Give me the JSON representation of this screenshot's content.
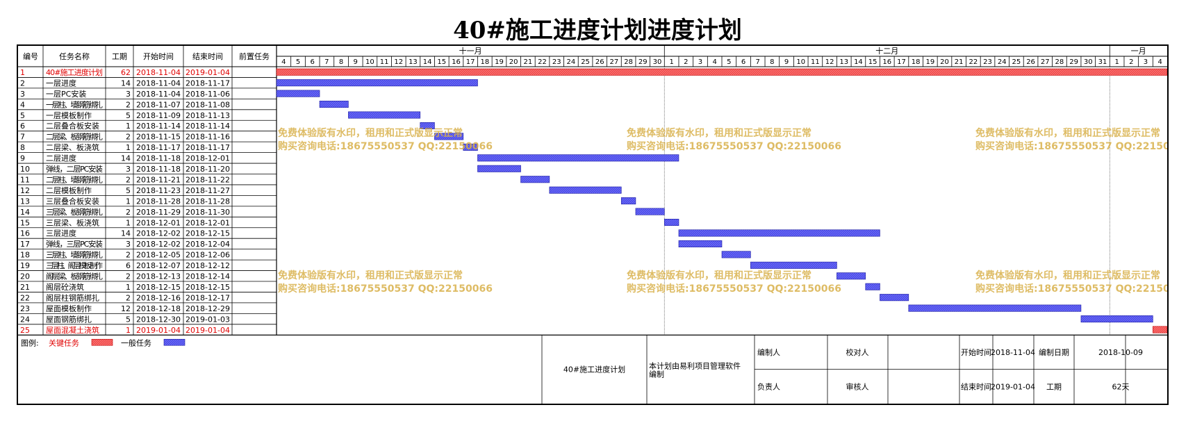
{
  "title": "40#施工进度计划进度计划",
  "table_headers": [
    "编号",
    "任务名称",
    "工期",
    "开始时间",
    "结束时间",
    "前置任务"
  ],
  "months": [
    "十一月",
    "十二月",
    "一月"
  ],
  "chart_data": {
    "type": "gantt",
    "timeline_start": "2018-11-04",
    "timeline_end": "2019-01-04",
    "rows": [
      {
        "id": "1",
        "name": "40#施工进度计划",
        "duration": 62,
        "start": "2018-11-04",
        "end": "2019-01-04",
        "predecessor": "",
        "critical": true
      },
      {
        "id": "2",
        "name": "一层进度",
        "duration": 14,
        "start": "2018-11-04",
        "end": "2018-11-17",
        "predecessor": "",
        "critical": false
      },
      {
        "id": "3",
        "name": "一层PC安装",
        "duration": 3,
        "start": "2018-11-04",
        "end": "2018-11-06",
        "predecessor": "",
        "critical": false
      },
      {
        "id": "4",
        "name": "一层柱、墙钢筋绑扎",
        "duration": 2,
        "start": "2018-11-07",
        "end": "2018-11-08",
        "predecessor": "",
        "critical": false
      },
      {
        "id": "5",
        "name": "一层模板制作",
        "duration": 5,
        "start": "2018-11-09",
        "end": "2018-11-13",
        "predecessor": "",
        "critical": false
      },
      {
        "id": "6",
        "name": "二层叠合板安装",
        "duration": 1,
        "start": "2018-11-14",
        "end": "2018-11-14",
        "predecessor": "",
        "critical": false
      },
      {
        "id": "7",
        "name": "二层梁、板钢筋绑扎",
        "duration": 2,
        "start": "2018-11-15",
        "end": "2018-11-16",
        "predecessor": "",
        "critical": false
      },
      {
        "id": "8",
        "name": "二层梁、板浇筑",
        "duration": 1,
        "start": "2018-11-17",
        "end": "2018-11-17",
        "predecessor": "",
        "critical": false
      },
      {
        "id": "9",
        "name": "二层进度",
        "duration": 14,
        "start": "2018-11-18",
        "end": "2018-12-01",
        "predecessor": "",
        "critical": false
      },
      {
        "id": "10",
        "name": "弹线，二层PC安装",
        "duration": 3,
        "start": "2018-11-18",
        "end": "2018-11-20",
        "predecessor": "",
        "critical": false
      },
      {
        "id": "11",
        "name": "二层柱、墙钢筋绑扎",
        "duration": 2,
        "start": "2018-11-21",
        "end": "2018-11-22",
        "predecessor": "",
        "critical": false
      },
      {
        "id": "12",
        "name": "二层模板制作",
        "duration": 5,
        "start": "2018-11-23",
        "end": "2018-11-27",
        "predecessor": "",
        "critical": false
      },
      {
        "id": "13",
        "name": "三层叠合板安装",
        "duration": 1,
        "start": "2018-11-28",
        "end": "2018-11-28",
        "predecessor": "",
        "critical": false
      },
      {
        "id": "14",
        "name": "三层梁、板钢筋绑扎",
        "duration": 2,
        "start": "2018-11-29",
        "end": "2018-11-30",
        "predecessor": "",
        "critical": false
      },
      {
        "id": "15",
        "name": "三层梁、板浇筑",
        "duration": 1,
        "start": "2018-12-01",
        "end": "2018-12-01",
        "predecessor": "",
        "critical": false
      },
      {
        "id": "16",
        "name": "三层进度",
        "duration": 14,
        "start": "2018-12-02",
        "end": "2018-12-15",
        "predecessor": "",
        "critical": false
      },
      {
        "id": "17",
        "name": "弹线，三层PC安装",
        "duration": 3,
        "start": "2018-12-02",
        "end": "2018-12-04",
        "predecessor": "",
        "critical": false
      },
      {
        "id": "18",
        "name": "三层柱、墙钢筋绑扎",
        "duration": 2,
        "start": "2018-12-05",
        "end": "2018-12-06",
        "predecessor": "",
        "critical": false
      },
      {
        "id": "19",
        "name": "三层柱、阁层模板制作",
        "duration": 6,
        "start": "2018-12-07",
        "end": "2018-12-12",
        "predecessor": "",
        "critical": false
      },
      {
        "id": "20",
        "name": "阁层梁、板钢筋绑扎",
        "duration": 2,
        "start": "2018-12-13",
        "end": "2018-12-14",
        "predecessor": "",
        "critical": false
      },
      {
        "id": "21",
        "name": "阁层砼浇筑",
        "duration": 1,
        "start": "2018-12-15",
        "end": "2018-12-15",
        "predecessor": "",
        "critical": false
      },
      {
        "id": "22",
        "name": "阁层柱钢筋绑扎",
        "duration": 2,
        "start": "2018-12-16",
        "end": "2018-12-17",
        "predecessor": "",
        "critical": false
      },
      {
        "id": "23",
        "name": "屋面模板制作",
        "duration": 12,
        "start": "2018-12-18",
        "end": "2018-12-29",
        "predecessor": "",
        "critical": false
      },
      {
        "id": "24",
        "name": "屋面钢筋绑扎",
        "duration": 5,
        "start": "2018-12-30",
        "end": "2019-01-03",
        "predecessor": "",
        "critical": false
      },
      {
        "id": "25",
        "name": "屋面混凝土浇筑",
        "duration": 1,
        "start": "2019-01-04",
        "end": "2019-01-04",
        "predecessor": "",
        "critical": true
      }
    ]
  },
  "legend": {
    "label": "图例:",
    "critical_label": "关键任务",
    "normal_label": "一般任务"
  },
  "footer": {
    "plan_name": "40#施工进度计划",
    "software_note": "本计划由易利项目管理软件编制",
    "compiler_label": "编制人",
    "checker_label": "校对人",
    "responsible_label": "负责人",
    "reviewer_label": "审核人",
    "start_label": "开始时间",
    "start_value": "2018-11-04",
    "compile_date_label": "编制日期",
    "compile_date_value": "2018-10-09",
    "end_label": "结束时间",
    "end_value": "2019-01-04",
    "duration_label": "工期",
    "duration_value": "62天"
  },
  "watermark": {
    "line1": "免费体验版有水印，租用和正式版显示正常",
    "line2": "购买咨询电话:18675550537 QQ:22150066"
  },
  "colors": {
    "critical": "#f04a4a",
    "critical_text": "#e00000",
    "normal_fill": "#4a4ae8",
    "watermark": "#d8b04a"
  }
}
